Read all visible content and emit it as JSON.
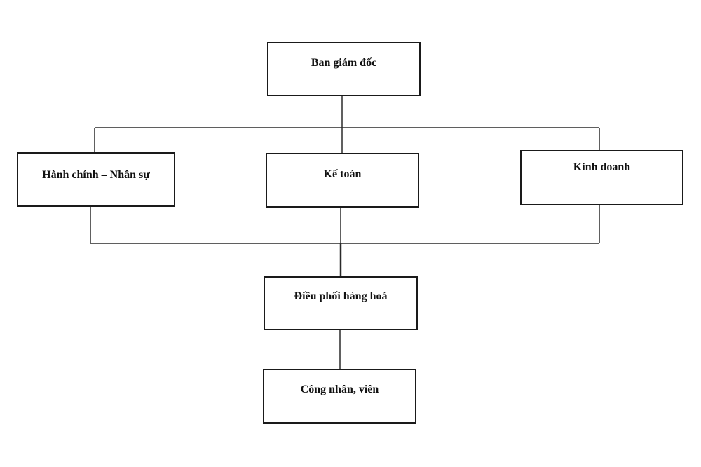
{
  "diagram": {
    "nodes": {
      "director": "Ban giám đốc",
      "admin_hr": "Hành chính – Nhân sự",
      "accounting": "Kế toán",
      "sales": "Kinh doanh",
      "goods_coordination": "Điều phối hàng hoá",
      "workers": "Công nhân, viên"
    },
    "edges": [
      [
        "director",
        "admin_hr"
      ],
      [
        "director",
        "accounting"
      ],
      [
        "director",
        "sales"
      ],
      [
        "admin_hr",
        "goods_coordination"
      ],
      [
        "accounting",
        "goods_coordination"
      ],
      [
        "sales",
        "goods_coordination"
      ],
      [
        "goods_coordination",
        "workers"
      ]
    ]
  }
}
